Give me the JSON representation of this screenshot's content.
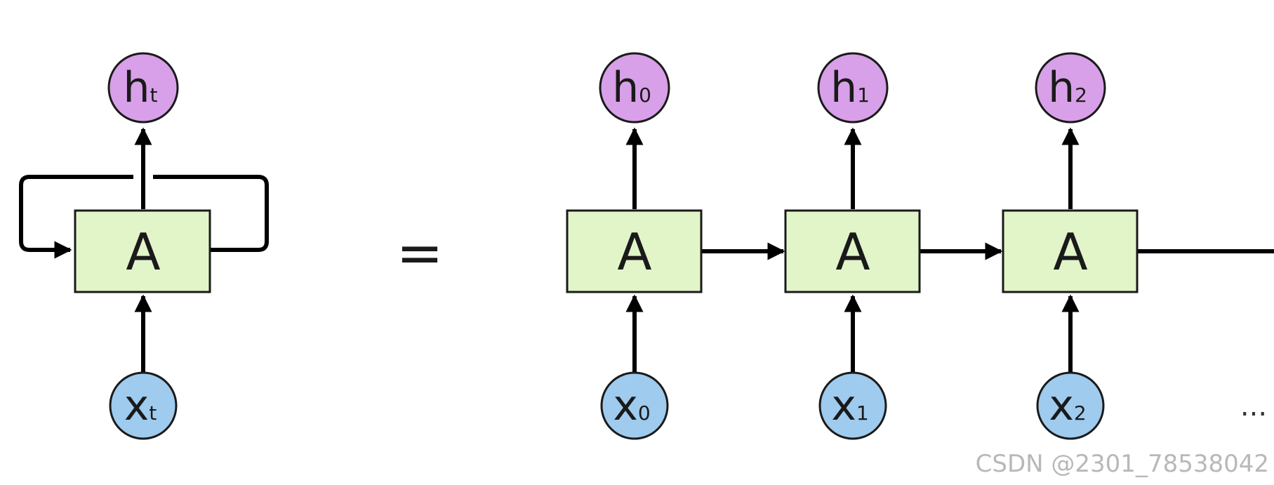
{
  "colors": {
    "box_fill": "#e1f5c9",
    "output_fill": "#d8a0e8",
    "input_fill": "#9ecbee",
    "stroke": "#1a1a1a"
  },
  "equals": "=",
  "ellipsis": "...",
  "watermark": "CSDN @2301_78538042",
  "folded": {
    "cell": "A",
    "output": {
      "main": "h",
      "sub": "t"
    },
    "input": {
      "main": "x",
      "sub": "t"
    }
  },
  "unrolled": [
    {
      "cell": "A",
      "output": {
        "main": "h",
        "sub": "0"
      },
      "input": {
        "main": "x",
        "sub": "0"
      }
    },
    {
      "cell": "A",
      "output": {
        "main": "h",
        "sub": "1"
      },
      "input": {
        "main": "x",
        "sub": "1"
      }
    },
    {
      "cell": "A",
      "output": {
        "main": "h",
        "sub": "2"
      },
      "input": {
        "main": "x",
        "sub": "2"
      }
    }
  ]
}
